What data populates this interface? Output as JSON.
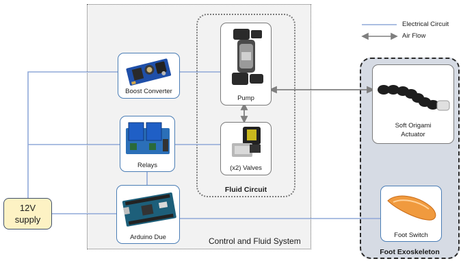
{
  "legend": {
    "electrical": "Electrical Circuit",
    "airflow": "Air Flow"
  },
  "groups": {
    "control": "Control and Fluid System",
    "fluid": "Fluid Circuit",
    "exo": "Foot Exoskeleton"
  },
  "components": {
    "boost": "Boost Converter",
    "relays": "Relays",
    "arduino": "Arduino Due",
    "pump": "Pump",
    "valves": "(x2) Valves",
    "actuator_line1": "Soft Origami",
    "actuator_line2": "Actuator",
    "footswitch": "Foot Switch",
    "supply_line1": "12V",
    "supply_line2": "supply"
  },
  "colors": {
    "electrical": "#8fa8d8",
    "airflow": "#7f7f7f",
    "card_border": "#4a7db5",
    "supply_fill": "#fdf2c4",
    "exo_fill": "#d6dbe4"
  }
}
